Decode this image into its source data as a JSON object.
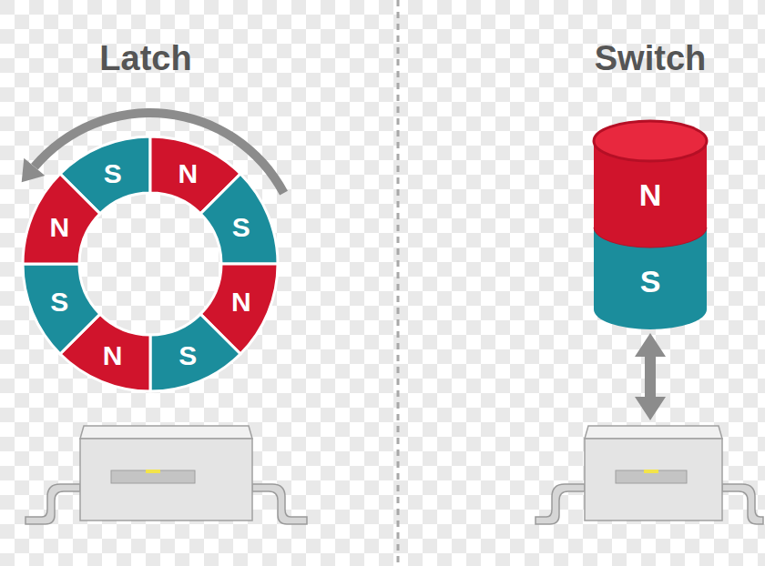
{
  "diagram": {
    "nodes": [
      {
        "text": [
          "N"
        ]
      },
      {
        "text": [
          "S"
        ]
      }
    ],
    "labels": [
      "Latch",
      "S",
      "N",
      "S",
      "N",
      "S",
      "N",
      "S",
      "N",
      "Switch"
    ]
  }
}
